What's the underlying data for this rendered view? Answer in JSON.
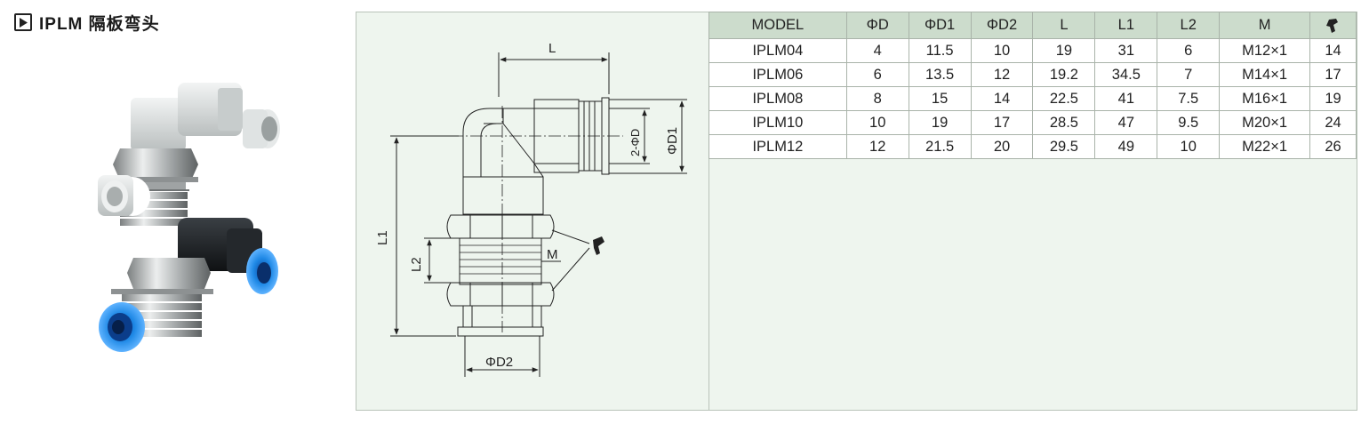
{
  "header": {
    "title": "IPLM 隔板弯头"
  },
  "drawing": {
    "labels": {
      "l": "L",
      "l1": "L1",
      "l2": "L2",
      "phi_d1": "ΦD1",
      "two_phi_d": "2-ΦD",
      "m": "M",
      "phi_d2": "ΦD2"
    }
  },
  "table": {
    "headers": [
      "MODEL",
      "ΦD",
      "ΦD1",
      "ΦD2",
      "L",
      "L1",
      "L2",
      "M"
    ],
    "rows": [
      [
        "IPLM04",
        "4",
        "11.5",
        "10",
        "19",
        "31",
        "6",
        "M12×1",
        "14"
      ],
      [
        "IPLM06",
        "6",
        "13.5",
        "12",
        "19.2",
        "34.5",
        "7",
        "M14×1",
        "17"
      ],
      [
        "IPLM08",
        "8",
        "15",
        "14",
        "22.5",
        "41",
        "7.5",
        "M16×1",
        "19"
      ],
      [
        "IPLM10",
        "10",
        "19",
        "17",
        "28.5",
        "47",
        "9.5",
        "M20×1",
        "24"
      ],
      [
        "IPLM12",
        "12",
        "21.5",
        "20",
        "29.5",
        "49",
        "10",
        "M22×1",
        "26"
      ]
    ]
  },
  "colors": {
    "panel_bg": "#eef5ee",
    "header_bg": "#ccdccc",
    "fitting_blue": "#1e88e5",
    "fitting_grey": "#d4d8d8",
    "fitting_black": "#1c1f22"
  }
}
